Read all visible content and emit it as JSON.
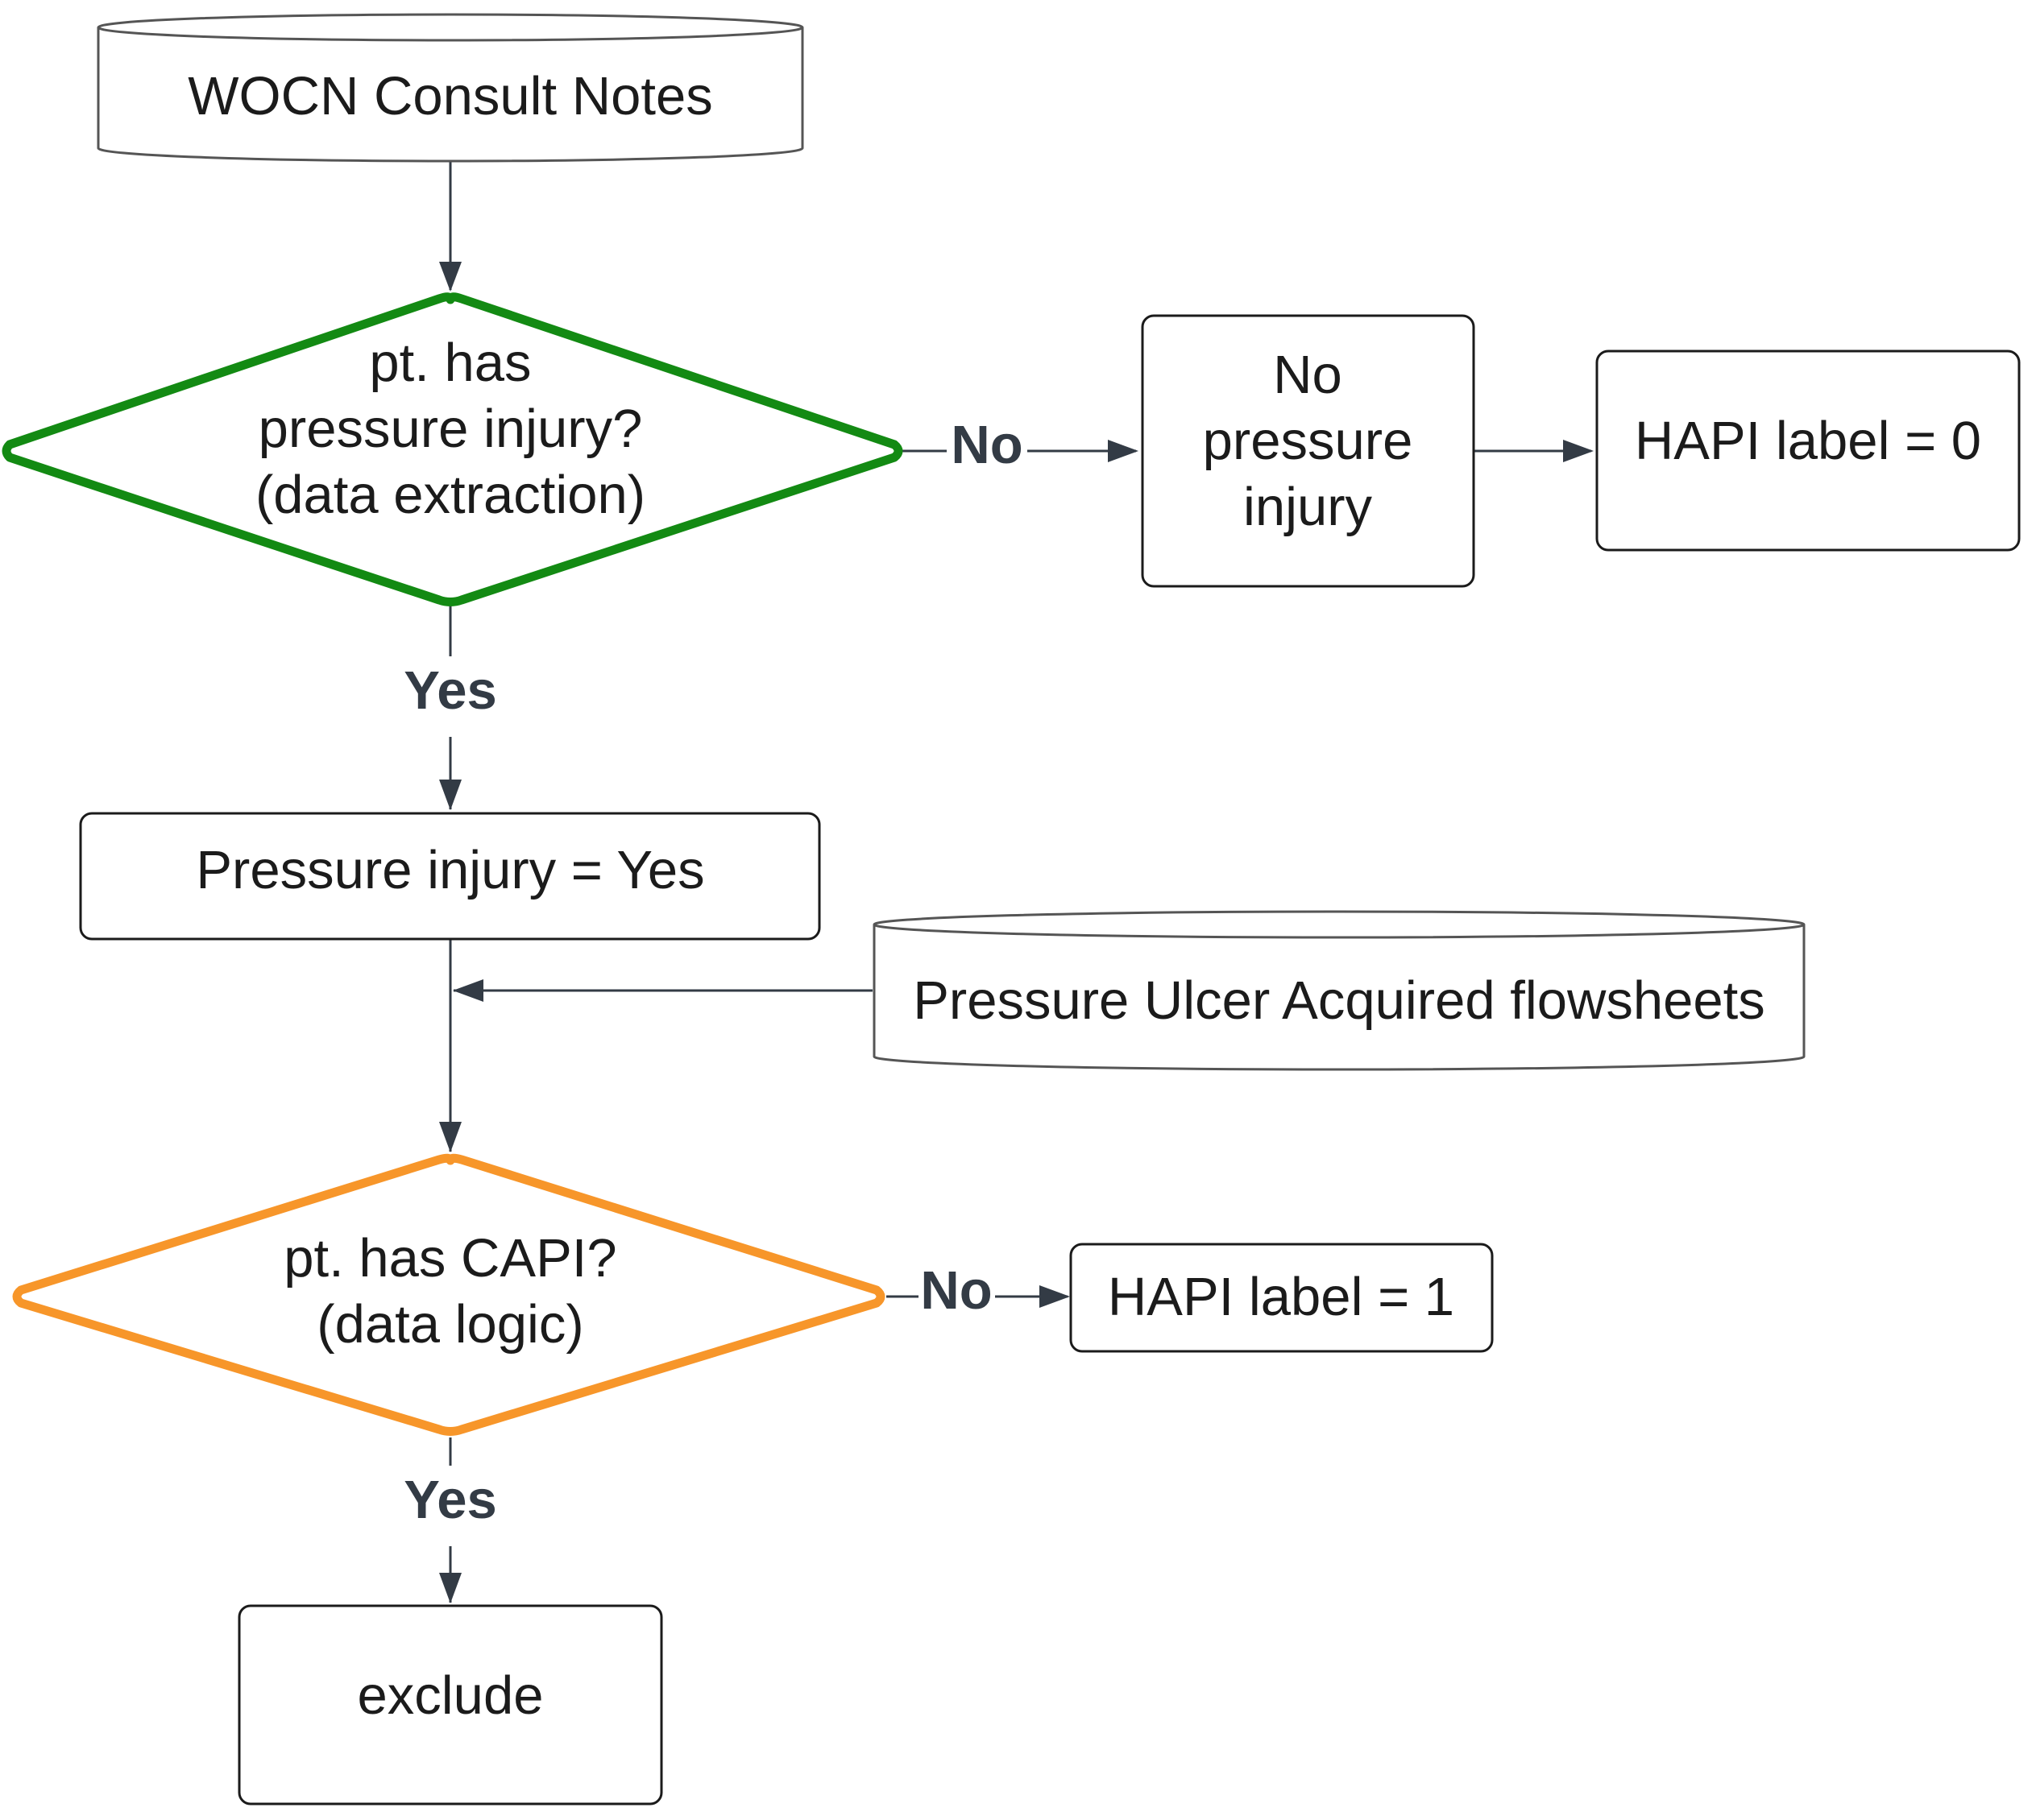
{
  "diagram": {
    "nodes": {
      "wocn_notes": {
        "lines": [
          "WOCN Consult Notes"
        ]
      },
      "decision_pressure_injury": {
        "lines": [
          "pt. has",
          "pressure injury?",
          "(data extraction)"
        ],
        "border_color": "#138a13"
      },
      "no_pressure_injury": {
        "lines": [
          "No",
          "pressure",
          "injury"
        ]
      },
      "hapi_label_0": {
        "lines": [
          "HAPI label = 0"
        ]
      },
      "pressure_injury_yes": {
        "lines": [
          "Pressure injury = Yes"
        ]
      },
      "pressure_ulcer_flowsheets": {
        "lines": [
          "Pressure Ulcer Acquired flowsheets"
        ]
      },
      "decision_capi": {
        "lines": [
          "pt. has CAPI?",
          "(data logic)"
        ],
        "border_color": "#f7962a"
      },
      "hapi_label_1": {
        "lines": [
          "HAPI label = 1"
        ]
      },
      "exclude": {
        "lines": [
          "exclude"
        ]
      }
    },
    "edges": [
      {
        "from": "wocn_notes",
        "to": "decision_pressure_injury",
        "label": ""
      },
      {
        "from": "decision_pressure_injury",
        "to": "no_pressure_injury",
        "label": "No"
      },
      {
        "from": "no_pressure_injury",
        "to": "hapi_label_0",
        "label": ""
      },
      {
        "from": "decision_pressure_injury",
        "to": "pressure_injury_yes",
        "label": "Yes"
      },
      {
        "from": "pressure_ulcer_flowsheets",
        "to": "pressure_injury_yes-decision_capi-link",
        "label": ""
      },
      {
        "from": "pressure_injury_yes",
        "to": "decision_capi",
        "label": ""
      },
      {
        "from": "decision_capi",
        "to": "hapi_label_1",
        "label": "No"
      },
      {
        "from": "decision_capi",
        "to": "exclude",
        "label": "Yes"
      }
    ],
    "colors": {
      "line": "#333b45",
      "text": "#1b1b1b",
      "decision_1": "#138a13",
      "decision_2": "#f7962a"
    }
  }
}
